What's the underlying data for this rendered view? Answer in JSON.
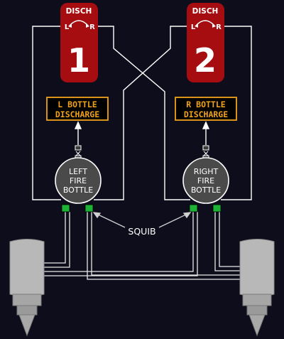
{
  "handles": [
    {
      "disch_label": "DISCH",
      "left_label": "L",
      "right_label": "R",
      "number": "1"
    },
    {
      "disch_label": "DISCH",
      "left_label": "L",
      "right_label": "R",
      "number": "2"
    }
  ],
  "annunciators": [
    {
      "line1": "L BOTTLE",
      "line2": "DISCHARGE"
    },
    {
      "line1": "R BOTTLE",
      "line2": "DISCHARGE"
    }
  ],
  "bottles": [
    {
      "line1": "LEFT",
      "line2": "FIRE",
      "line3": "BOTTLE"
    },
    {
      "line1": "RIGHT",
      "line2": "FIRE",
      "line3": "BOTTLE"
    }
  ],
  "squib_label": "SQUIB",
  "colors": {
    "background": "#0d0d1c",
    "handle_red": "#a50d10",
    "annunciator_amber": "#f0a21a",
    "squib_green": "#1db336",
    "bottle_gray": "#4a4a4a",
    "line_white": "#ffffff"
  }
}
